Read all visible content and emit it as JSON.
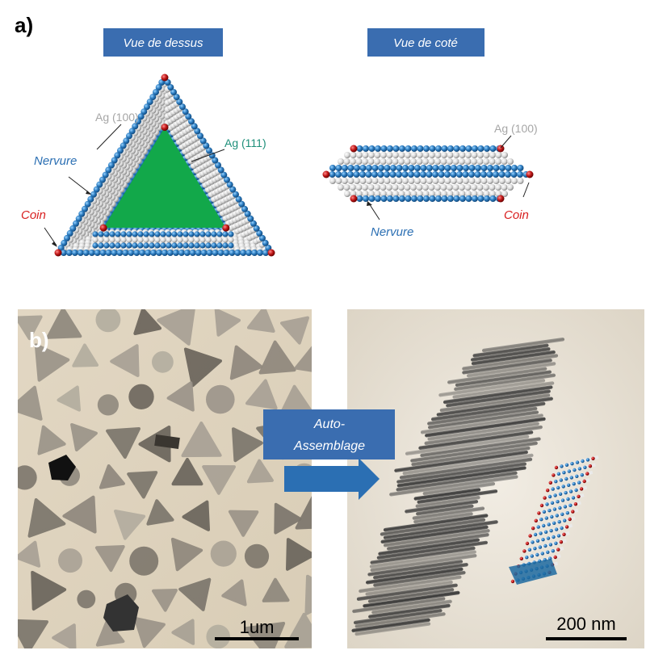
{
  "panel_a": {
    "label": "a)",
    "top_view_title": "Vue de dessus",
    "side_view_title": "Vue de coté",
    "top_view_labels": {
      "ag100": "Ag (100)",
      "ag111": "Ag (111)",
      "rib": "Nervure",
      "corner": "Coin"
    },
    "side_view_labels": {
      "ag100": "Ag (100)",
      "rib": "Nervure",
      "corner": "Coin"
    }
  },
  "panel_b": {
    "label": "b)",
    "arrow_text_line1": "Auto-",
    "arrow_text_line2": "Assemblage",
    "left_scale_bar": "1um",
    "right_scale_bar": "200 nm"
  },
  "colors": {
    "banner": "#3a6db0",
    "blue_atom": "#2b7bbf",
    "white_atom": "#e8e8e8",
    "red_atom": "#c01818",
    "facet_green": "#12a84a",
    "ag111_text": "#1e8f7a",
    "ag100_text": "#a6a6a6",
    "rib_text": "#2b6fb3",
    "corner_text": "#d81e1e",
    "tem_bg": "#e6dccb",
    "tem_bg_right": "#ece6db"
  }
}
